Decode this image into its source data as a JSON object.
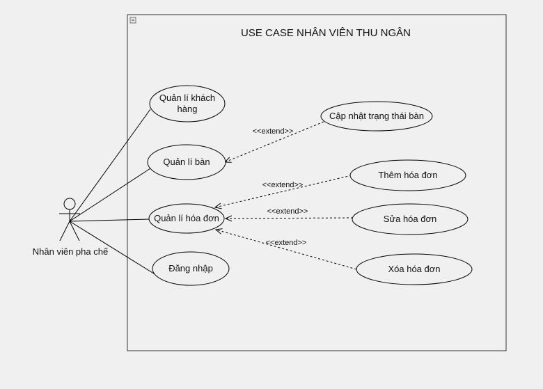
{
  "system": {
    "title": "USE CASE NHÂN VIÊN THU NGÂN",
    "collapse_glyph": "−"
  },
  "actor": {
    "name": "Nhân viên pha chế",
    "icon": "stick-figure-actor-icon"
  },
  "usecases": {
    "quan_li_khach_hang": {
      "line1": "Quản lí khách",
      "line2": "hàng"
    },
    "quan_li_ban": {
      "label": "Quản lí bàn"
    },
    "quan_li_hoa_don": {
      "label": "Quản lí hóa đơn"
    },
    "dang_nhap": {
      "label": "Đăng nhập"
    },
    "cap_nhat_trang_thai_ban": {
      "label": "Cập nhật trạng thái bàn"
    },
    "them_hoa_don": {
      "label": "Thêm hóa đơn"
    },
    "sua_hoa_don": {
      "label": "Sửa hóa đơn"
    },
    "xoa_hoa_don": {
      "label": "Xóa hóa đơn"
    }
  },
  "relationships": {
    "extend_label": "<<extend>>"
  },
  "colors": {
    "background": "#f0f0f0",
    "usecase_fill": "#f0f0f0",
    "stroke": "#000000"
  }
}
